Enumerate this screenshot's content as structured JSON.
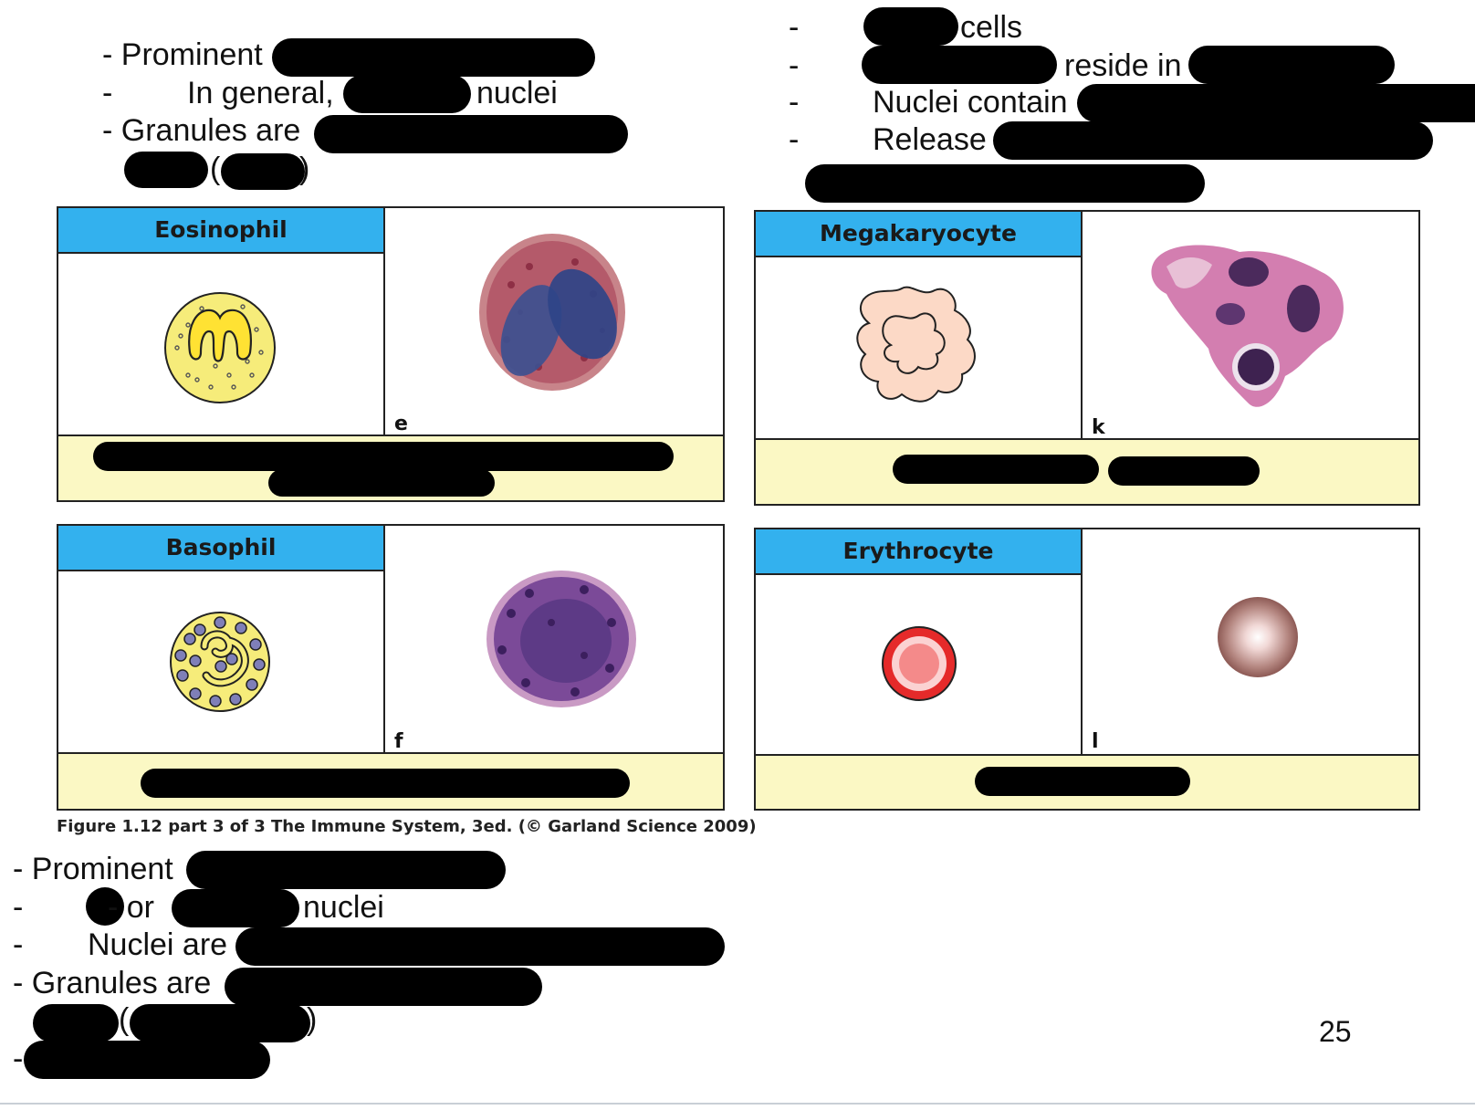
{
  "top_left": {
    "line1": "- Prominent",
    "line2_dash": "-",
    "line2": "In general,",
    "line2_end": "nuclei",
    "line3": "- Granules are",
    "line4_paren_open": "(",
    "line4_paren_close": ")"
  },
  "top_right": {
    "dash": "-",
    "line1_end": "cells",
    "line2_mid": "reside in",
    "line3": "Nuclei contain",
    "line4": "Release"
  },
  "panels": {
    "eosinophil": {
      "title": "Eosinophil",
      "letter": "e"
    },
    "megakaryocyte": {
      "title": "Megakaryocyte",
      "letter": "k"
    },
    "basophil": {
      "title": "Basophil",
      "letter": "f"
    },
    "erythrocyte": {
      "title": "Erythrocyte",
      "letter": "l"
    }
  },
  "caption": "Figure 1.12 part 3 of 3  The Immune System, 3ed. (© Garland Science 2009)",
  "bottom_left": {
    "line1": "- Prominent",
    "dash": "-",
    "line2_mid": "- or",
    "line2_end": "nuclei",
    "line3": "Nuclei are",
    "line4": "- Granules are",
    "paren_open": "(",
    "paren_close": ")"
  },
  "page_number": "25",
  "colors": {
    "title_bar": "#33b1ee",
    "footer": "#fbf8c4",
    "redaction": "#000000"
  }
}
